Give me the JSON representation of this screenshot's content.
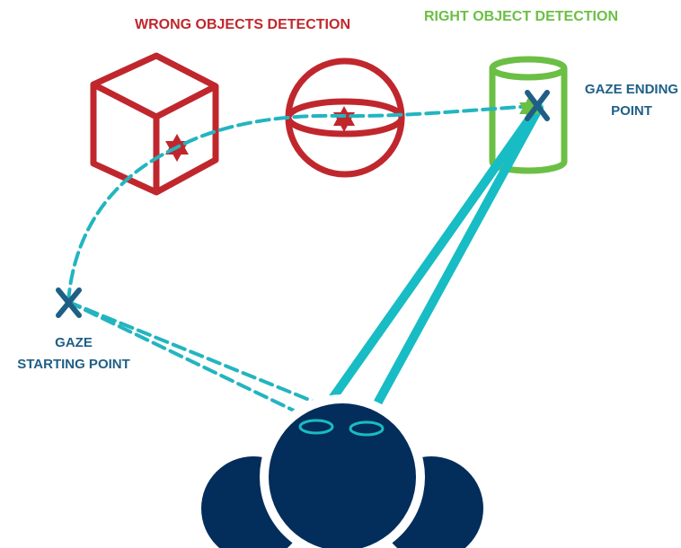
{
  "labels": {
    "wrong": "WRONG OBJECTS DETECTION",
    "right": "RIGHT OBJECT DETECTION",
    "end_line1": "GAZE ENDING",
    "end_line2": "POINT",
    "start_line1": "GAZE",
    "start_line2": "STARTING POINT"
  },
  "colors": {
    "wrong": "#c0272d",
    "right": "#6bbf45",
    "gaze_path": "#22b5c0",
    "gaze_lines": "#18bcc4",
    "marker": "#1f5f86",
    "label_blue": "#1f5f86",
    "head": "#032d5a"
  },
  "icons": {
    "cube": "cube-icon",
    "sphere": "sphere-icon",
    "cylinder": "cylinder-icon",
    "star": "star-of-david-icon",
    "cross": "x-marker-icon"
  }
}
